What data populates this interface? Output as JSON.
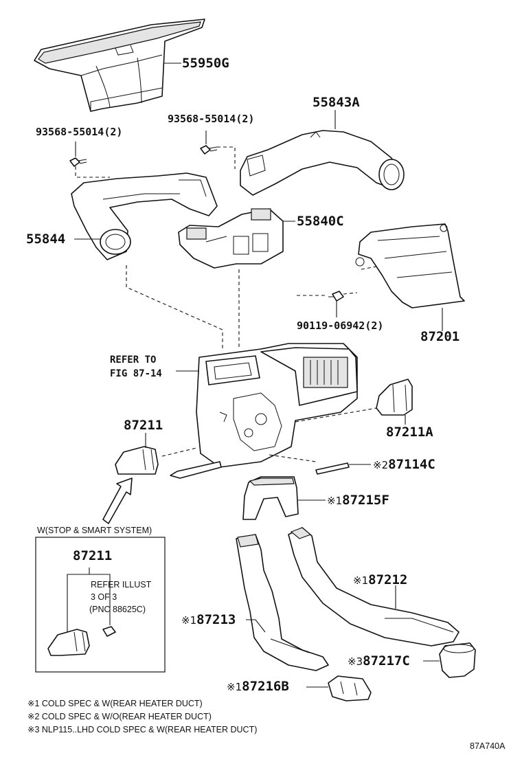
{
  "labels": {
    "p55950g": "55950G",
    "bolt_left": "93568-55014(2)",
    "bolt_right": "93568-55014(2)",
    "p55843a": "55843A",
    "p55844": "55844",
    "p55840c": "55840C",
    "p90119": "90119-06942(2)",
    "p87201": "87201",
    "refer_line1": "REFER TO",
    "refer_line2": "FIG 87-14",
    "p87211": "87211",
    "p87211a": "87211A",
    "p87114c": "87114C",
    "p87215f": "87215F",
    "p87212": "87212",
    "p87213": "87213",
    "p87217c": "87217C",
    "p87216b": "87216B"
  },
  "marks": {
    "m87114c": "※2",
    "m87215f": "※1",
    "m87212": "※1",
    "m87213": "※1",
    "m87217c": "※3",
    "m87216b": "※1"
  },
  "inset": {
    "title": "W(STOP & SMART SYSTEM)",
    "part": "87211",
    "ref1": "REFER ILLUST",
    "ref2": "3 OF 3",
    "ref3": "(PNC 88625C)"
  },
  "notes": [
    "※1 COLD SPEC & W(REAR HEATER DUCT)",
    "※2 COLD SPEC & W/O(REAR HEATER DUCT)",
    "※3 NLP115..LHD COLD SPEC & W(REAR HEATER DUCT)"
  ],
  "figure_code": "87A740A"
}
